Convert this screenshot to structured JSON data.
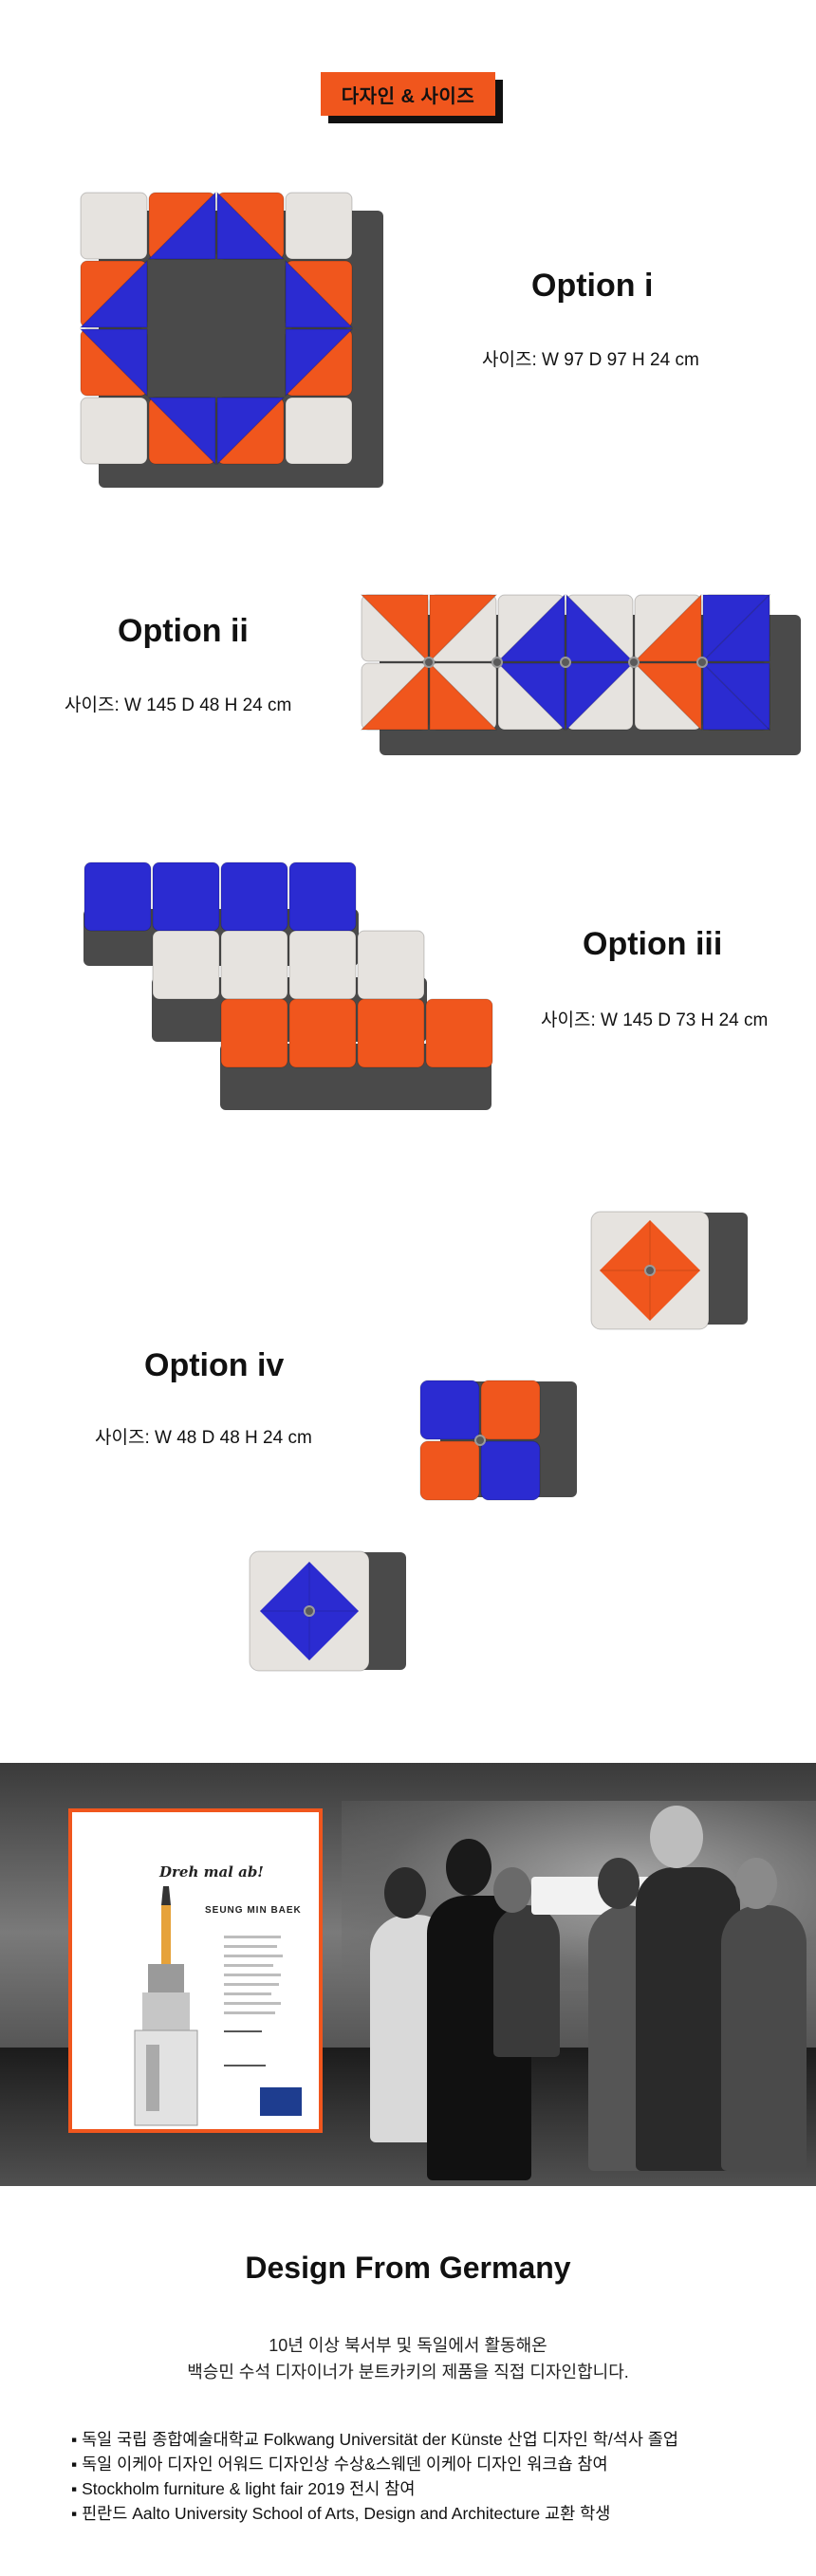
{
  "header": {
    "tag_label": "다자인 & 사이즈"
  },
  "options": [
    {
      "title": "Option i",
      "size": "사이즈: W 97 D 97 H 24 cm"
    },
    {
      "title": "Option ii",
      "size": "사이즈: W 145 D 48 H 24 cm"
    },
    {
      "title": "Option iii",
      "size": "사이즈: W 145 D 73 H 24 cm"
    },
    {
      "title": "Option iv",
      "size": "사이즈: W 48 D 48 H 24 cm"
    }
  ],
  "certificate": {
    "script_title": "Dreh mal ab!",
    "name": "SEUNG MIN BAEK"
  },
  "about": {
    "title": "Design From Germany",
    "intro_lines": [
      "10년 이상 북서부 및 독일에서 활동해온",
      "백승민 수석 디자이너가 분트카키의 제품을 직접 디자인합니다."
    ],
    "bullets": [
      "독일 국립 종합예술대학교 Folkwang Universität der Künste 산업 디자인 학/석사 졸업",
      "독일 이케아 디자인 어워드 디자인상 수상&스웨덴 이케아 디자인 워크숍 참여",
      "Stockholm furniture & light fair 2019 전시 참여",
      "핀란드 Aalto University School of Arts, Design and Architecture 교환 학생"
    ]
  },
  "colors": {
    "accent": "#f0561d",
    "blue": "#2b2bd1",
    "white_tile": "#e6e3df",
    "shadow": "#4a4a4a"
  }
}
